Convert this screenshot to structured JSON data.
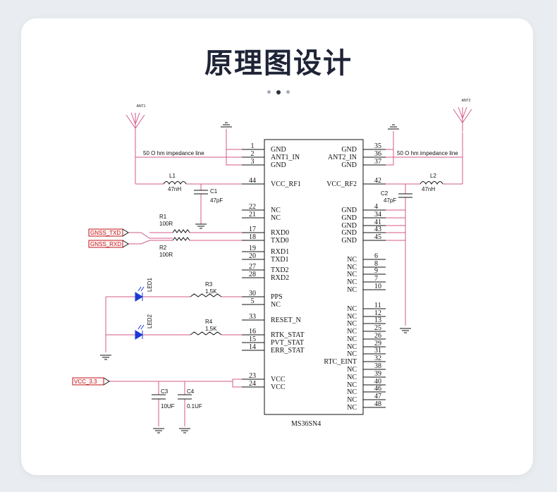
{
  "page": {
    "title": "原理图设计",
    "carousel": {
      "count": 3,
      "active": 1
    }
  },
  "schematic": {
    "chip": "MS36SN4",
    "impedance_left": "50 O hm impedance line",
    "impedance_right": "50 O hm impedance line",
    "antennas": [
      "ANT1",
      "ANT2"
    ],
    "left_pins": [
      {
        "num": "1",
        "name": "GND"
      },
      {
        "num": "2",
        "name": "ANT1_IN"
      },
      {
        "num": "3",
        "name": "GND"
      },
      {
        "num": "44",
        "name": "VCC_RF1"
      },
      {
        "num": "22",
        "name": "NC"
      },
      {
        "num": "21",
        "name": "NC"
      },
      {
        "num": "17",
        "name": "RXD0"
      },
      {
        "num": "18",
        "name": "TXD0"
      },
      {
        "num": "19",
        "name": "RXD1"
      },
      {
        "num": "20",
        "name": "TXD1"
      },
      {
        "num": "27",
        "name": "TXD2"
      },
      {
        "num": "28",
        "name": "RXD2"
      },
      {
        "num": "30",
        "name": "PPS"
      },
      {
        "num": "5",
        "name": "NC"
      },
      {
        "num": "33",
        "name": "RESET_N"
      },
      {
        "num": "16",
        "name": "RTK_STAT"
      },
      {
        "num": "15",
        "name": "PVT_STAT"
      },
      {
        "num": "14",
        "name": "ERR_STAT"
      },
      {
        "num": "23",
        "name": "VCC"
      },
      {
        "num": "24",
        "name": "VCC"
      }
    ],
    "right_pins": [
      {
        "num": "35",
        "name": "GND"
      },
      {
        "num": "36",
        "name": "ANT2_IN"
      },
      {
        "num": "37",
        "name": "GND"
      },
      {
        "num": "42",
        "name": "VCC_RF2"
      },
      {
        "num": "4",
        "name": "GND"
      },
      {
        "num": "34",
        "name": "GND"
      },
      {
        "num": "41",
        "name": "GND"
      },
      {
        "num": "43",
        "name": "GND"
      },
      {
        "num": "45",
        "name": "GND"
      },
      {
        "num": "6",
        "name": "NC"
      },
      {
        "num": "8",
        "name": "NC"
      },
      {
        "num": "9",
        "name": "NC"
      },
      {
        "num": "7",
        "name": "NC"
      },
      {
        "num": "10",
        "name": "NC"
      },
      {
        "num": "11",
        "name": "NC"
      },
      {
        "num": "12",
        "name": "NC"
      },
      {
        "num": "13",
        "name": "NC"
      },
      {
        "num": "25",
        "name": "NC"
      },
      {
        "num": "26",
        "name": "NC"
      },
      {
        "num": "29",
        "name": "NC"
      },
      {
        "num": "31",
        "name": "NC"
      },
      {
        "num": "32",
        "name": "RTC_EINT"
      },
      {
        "num": "38",
        "name": "NC"
      },
      {
        "num": "39",
        "name": "NC"
      },
      {
        "num": "40",
        "name": "NC"
      },
      {
        "num": "46",
        "name": "NC"
      },
      {
        "num": "47",
        "name": "NC"
      },
      {
        "num": "48",
        "name": "NC"
      }
    ],
    "components": {
      "L1": {
        "ref": "L1",
        "value": "47nH"
      },
      "C1": {
        "ref": "C1",
        "value": "47pF"
      },
      "L2": {
        "ref": "L2",
        "value": "47nH"
      },
      "C2": {
        "ref": "C2",
        "value": "47pF"
      },
      "R1": {
        "ref": "R1",
        "value": "100R"
      },
      "R2": {
        "ref": "R2",
        "value": "100R"
      },
      "R3": {
        "ref": "R3",
        "value": "1.5K"
      },
      "R4": {
        "ref": "R4",
        "value": "1.5K"
      },
      "LED1": {
        "ref": "LED1"
      },
      "LED2": {
        "ref": "LED2"
      },
      "C3": {
        "ref": "C3",
        "value": "10UF"
      },
      "C4": {
        "ref": "C4",
        "value": "0.1UF"
      }
    },
    "nets": {
      "gnss_txd": "GNSS_TXD",
      "gnss_rxd": "GNSS_RXD",
      "vcc": "VCC_3.3"
    },
    "colors": {
      "wire_pink": "#d45a8a",
      "black": "#111111",
      "net_red": "#c0181b",
      "led_blue": "#1a3ad6"
    }
  }
}
